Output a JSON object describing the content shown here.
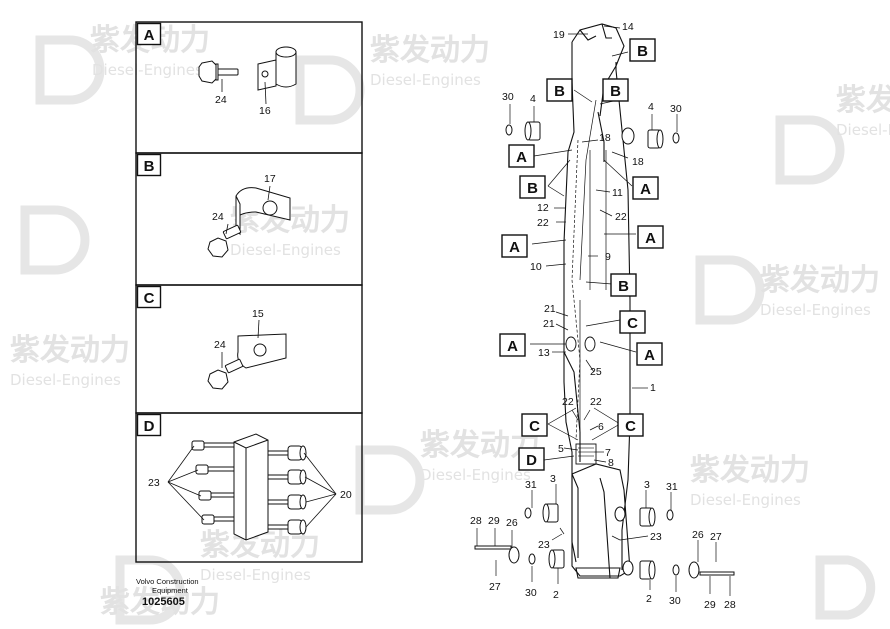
{
  "watermark": {
    "brand_cn": "紫发动力",
    "brand_en": "Diesel-Engines"
  },
  "panels": [
    {
      "letter": "A",
      "labels": [
        "24",
        "16"
      ]
    },
    {
      "letter": "B",
      "labels": [
        "17",
        "24"
      ]
    },
    {
      "letter": "C",
      "labels": [
        "15",
        "24"
      ]
    },
    {
      "letter": "D",
      "labels": [
        "23",
        "20"
      ]
    }
  ],
  "callouts": {
    "boxes": [
      "B",
      "B",
      "B",
      "A",
      "B",
      "A",
      "A",
      "A",
      "B",
      "C",
      "A",
      "A",
      "C",
      "C",
      "D"
    ],
    "numbers": [
      "19",
      "14",
      "30",
      "4",
      "4",
      "30",
      "18",
      "18",
      "11",
      "12",
      "22",
      "22",
      "9",
      "10",
      "21",
      "21",
      "13",
      "25",
      "1",
      "22",
      "22",
      "6",
      "5",
      "7",
      "8",
      "31",
      "3",
      "3",
      "31",
      "28",
      "29",
      "26",
      "23",
      "23",
      "26",
      "27",
      "27",
      "30",
      "2",
      "2",
      "30",
      "29",
      "28"
    ]
  },
  "manufacturer_line1": "Volvo Construction",
  "manufacturer_line2": "Equipment",
  "drawing_number": "1025605"
}
